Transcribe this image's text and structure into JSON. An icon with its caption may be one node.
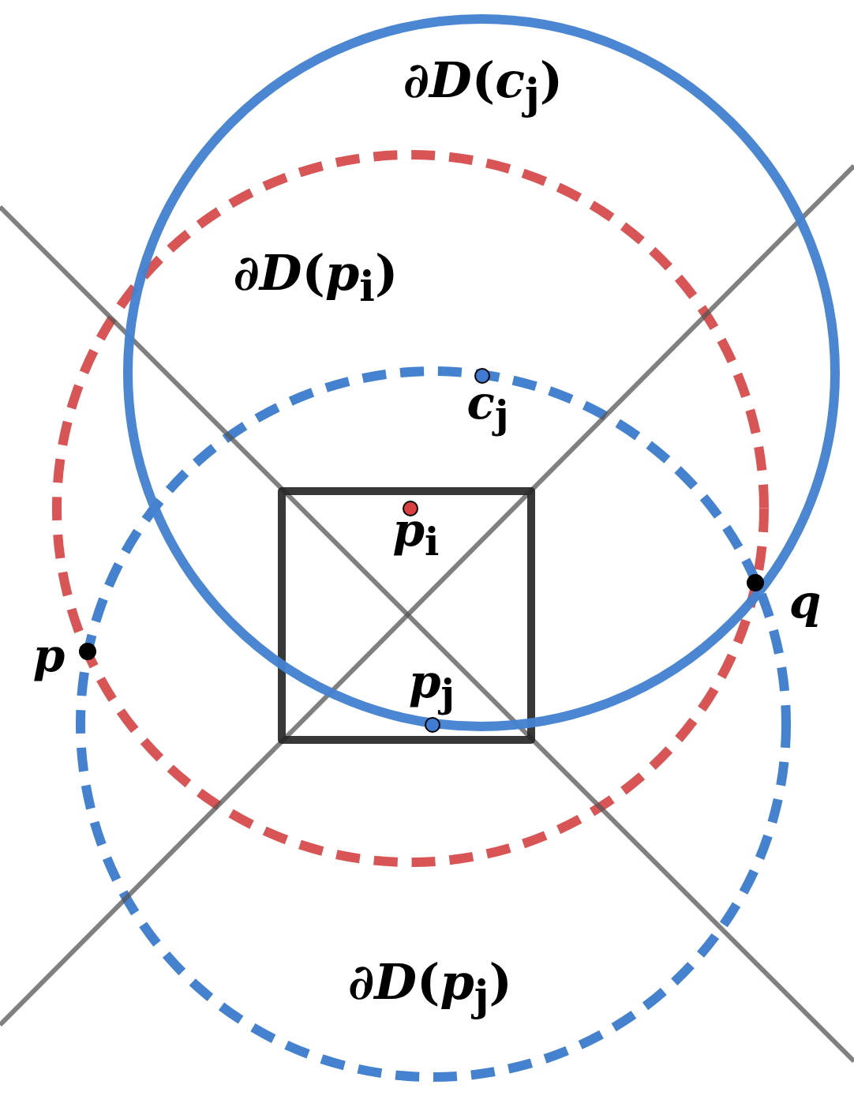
{
  "diagram": {
    "labels": [
      "∂*D*(*c*$_{j}$)",
      "∂*D*(*p*$_{i}$)",
      "*c*$_{j}$",
      "*p*$_{i}$",
      "*q*",
      "*p*",
      "*p*$_{j}$",
      "∂*D*(*p*$_{j}$)"
    ]
  }
}
